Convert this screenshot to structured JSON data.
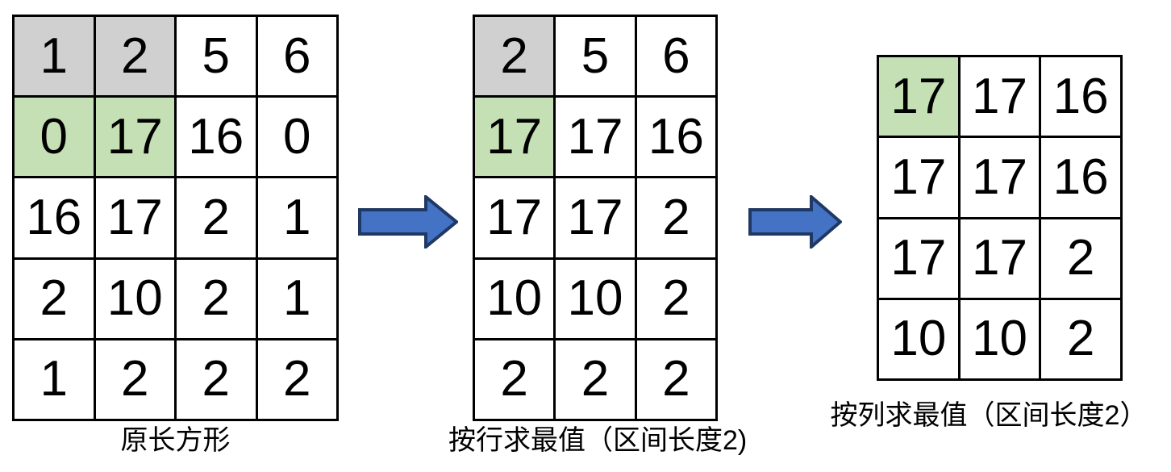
{
  "figure": {
    "title": "Sparse table 2D range-maximum construction",
    "colors": {
      "grid_line": "#000000",
      "cell_background": "#ffffff",
      "highlight_gray": "#d0d0d0",
      "highlight_green": "#c5e0b4",
      "arrow_fill": "#4472c4",
      "arrow_outline": "#1f3864",
      "text": "#000000"
    }
  },
  "panels": [
    {
      "id": "grid-a",
      "caption": "原长方形",
      "rows": 5,
      "cols": 4,
      "cells": [
        {
          "value": "1",
          "highlight": "gray"
        },
        {
          "value": "2",
          "highlight": "gray"
        },
        {
          "value": "5",
          "highlight": "none"
        },
        {
          "value": "6",
          "highlight": "none"
        },
        {
          "value": "0",
          "highlight": "green"
        },
        {
          "value": "17",
          "highlight": "green"
        },
        {
          "value": "16",
          "highlight": "none"
        },
        {
          "value": "0",
          "highlight": "none"
        },
        {
          "value": "16",
          "highlight": "none"
        },
        {
          "value": "17",
          "highlight": "none"
        },
        {
          "value": "2",
          "highlight": "none"
        },
        {
          "value": "1",
          "highlight": "none"
        },
        {
          "value": "2",
          "highlight": "none"
        },
        {
          "value": "10",
          "highlight": "none"
        },
        {
          "value": "2",
          "highlight": "none"
        },
        {
          "value": "1",
          "highlight": "none"
        },
        {
          "value": "1",
          "highlight": "none"
        },
        {
          "value": "2",
          "highlight": "none"
        },
        {
          "value": "2",
          "highlight": "none"
        },
        {
          "value": "2",
          "highlight": "none"
        }
      ]
    },
    {
      "id": "grid-b",
      "caption": "按行求最值（区间长度2)",
      "rows": 5,
      "cols": 3,
      "cells": [
        {
          "value": "2",
          "highlight": "gray"
        },
        {
          "value": "5",
          "highlight": "none"
        },
        {
          "value": "6",
          "highlight": "none"
        },
        {
          "value": "17",
          "highlight": "green"
        },
        {
          "value": "17",
          "highlight": "none"
        },
        {
          "value": "16",
          "highlight": "none"
        },
        {
          "value": "17",
          "highlight": "none"
        },
        {
          "value": "17",
          "highlight": "none"
        },
        {
          "value": "2",
          "highlight": "none"
        },
        {
          "value": "10",
          "highlight": "none"
        },
        {
          "value": "10",
          "highlight": "none"
        },
        {
          "value": "2",
          "highlight": "none"
        },
        {
          "value": "2",
          "highlight": "none"
        },
        {
          "value": "2",
          "highlight": "none"
        },
        {
          "value": "2",
          "highlight": "none"
        }
      ]
    },
    {
      "id": "grid-c",
      "caption": "按列求最值（区间长度2）",
      "rows": 4,
      "cols": 3,
      "cells": [
        {
          "value": "17",
          "highlight": "green"
        },
        {
          "value": "17",
          "highlight": "none"
        },
        {
          "value": "16",
          "highlight": "none"
        },
        {
          "value": "17",
          "highlight": "none"
        },
        {
          "value": "17",
          "highlight": "none"
        },
        {
          "value": "16",
          "highlight": "none"
        },
        {
          "value": "17",
          "highlight": "none"
        },
        {
          "value": "17",
          "highlight": "none"
        },
        {
          "value": "2",
          "highlight": "none"
        },
        {
          "value": "10",
          "highlight": "none"
        },
        {
          "value": "10",
          "highlight": "none"
        },
        {
          "value": "2",
          "highlight": "none"
        }
      ]
    }
  ],
  "arrows": [
    {
      "id": "arrow-1",
      "direction": "right"
    },
    {
      "id": "arrow-2",
      "direction": "right"
    }
  ]
}
